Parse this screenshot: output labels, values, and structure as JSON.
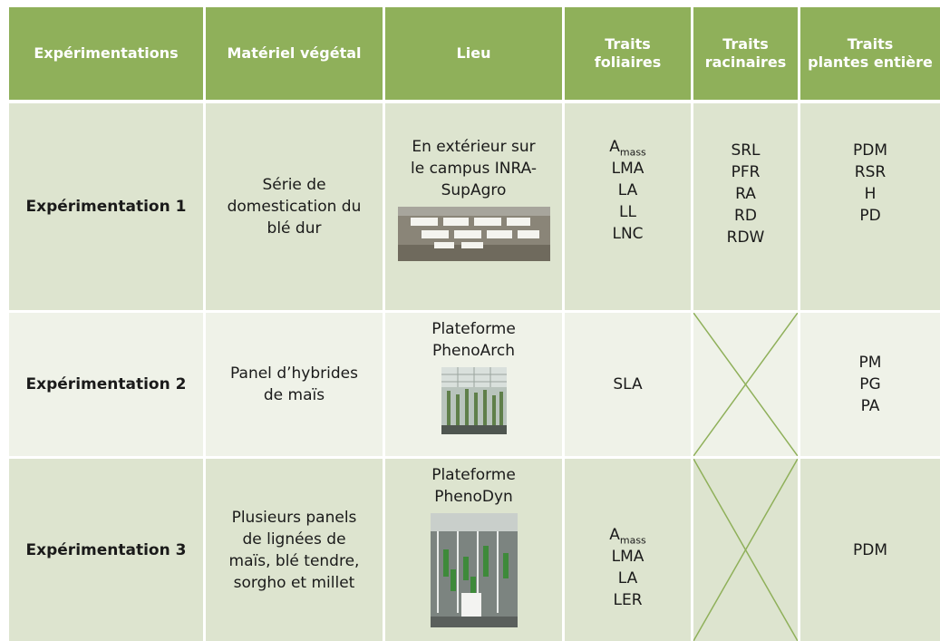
{
  "colors": {
    "header_bg": "#8fb05a",
    "header_text": "#ffffff",
    "row_dark": "#dde4cf",
    "row_light": "#eff2e8",
    "cross_line": "#8fb05a"
  },
  "headers": {
    "col1": "Expérimentations",
    "col2": "Matériel végétal",
    "col3": "Lieu",
    "col4": [
      "Traits",
      "foliaires"
    ],
    "col5": [
      "Traits",
      "racinaires"
    ],
    "col6": [
      "Traits",
      "plantes entière"
    ]
  },
  "rows": [
    {
      "name": "Expérimentation 1",
      "material": [
        "Série de",
        "domestication du",
        "blé dur"
      ],
      "location": [
        "En extérieur sur",
        "le campus INRA-",
        "SupAgro"
      ],
      "photo": "outdoor-pots-photo",
      "leaf_traits": {
        "amass_base": "A",
        "amass_sub": "mass",
        "items": [
          "LMA",
          "LA",
          "LL",
          "LNC"
        ]
      },
      "root_traits": [
        "SRL",
        "PFR",
        "RA",
        "RD",
        "RDW"
      ],
      "whole_traits": [
        "PDM",
        "RSR",
        "H",
        "PD"
      ]
    },
    {
      "name": "Expérimentation 2",
      "material": [
        "Panel d’hybrides",
        "de maïs"
      ],
      "location": [
        "Plateforme",
        "PhenoArch"
      ],
      "photo": "greenhouse-photo",
      "leaf_traits": {
        "items": [
          "SLA"
        ]
      },
      "root_traits": [],
      "whole_traits": [
        "PM",
        "PG",
        "PA"
      ]
    },
    {
      "name": "Expérimentation 3",
      "material": [
        "Plusieurs panels",
        "de lignées de",
        "maïs, blé tendre,",
        "sorgho et millet"
      ],
      "location": [
        "Plateforme",
        "PhenoDyn"
      ],
      "photo": "phenotyping-platform-photo",
      "leaf_traits": {
        "amass_base": "A",
        "amass_sub": "mass",
        "items": [
          "LMA",
          "LA",
          "LER"
        ]
      },
      "root_traits": [],
      "whole_traits": [
        "PDM"
      ]
    }
  ]
}
